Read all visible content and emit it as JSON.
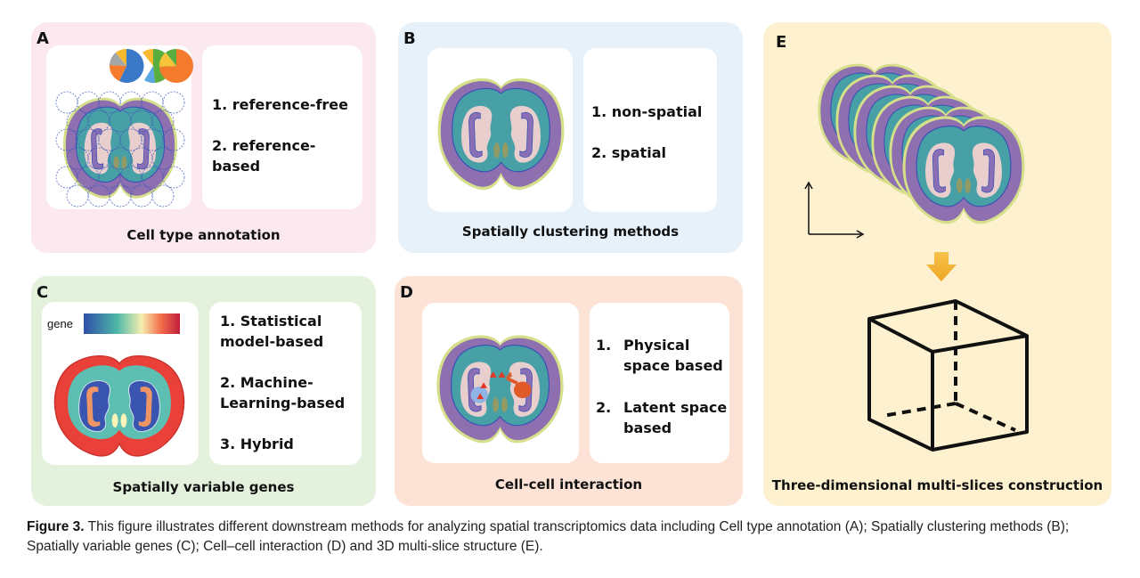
{
  "figure": {
    "caption_label": "Figure 3.",
    "caption_text": "This figure illustrates different downstream methods for analyzing spatial transcriptomics data including Cell type annotation (A); Spatially clustering methods (B); Spatially variable genes (C); Cell–cell interaction (D) and 3D multi-slice structure (E)."
  },
  "colors": {
    "panel_a_bg": "#fce8ef",
    "panel_b_bg": "#e6f1f9",
    "panel_c_bg": "#e4f2dd",
    "panel_d_bg": "#fce3d6",
    "panel_e_bg": "#fdf1cf",
    "brain_outline": "#d6df8a",
    "brain_cortex": "#8e6fb0",
    "brain_inner": "#47a0a6",
    "brain_pink": "#e8cfcd",
    "brain_hippocampus": "#8a6fb5",
    "brain_nucleus": "#9a9a5e",
    "arrow_orange": "#f2b83a"
  },
  "panels": {
    "a": {
      "letter": "A",
      "title": "Cell type annotation",
      "methods": [
        "1. reference-free",
        "2. reference-based"
      ]
    },
    "b": {
      "letter": "B",
      "title": "Spatially clustering methods",
      "methods": [
        "1. non-spatial",
        "2. spatial"
      ]
    },
    "c": {
      "letter": "C",
      "title": "Spatially variable genes",
      "legend_label": "gene",
      "methods": [
        "1. Statistical",
        "model-based",
        "2. Machine-",
        "Learning-based",
        "3. Hybrid"
      ]
    },
    "d": {
      "letter": "D",
      "title": "Cell-cell interaction",
      "methods": [
        "1.",
        "Physical",
        "space based",
        "2.",
        "Latent space",
        "based"
      ]
    },
    "e": {
      "letter": "E",
      "title": "Three-dimensional multi-slices construction"
    }
  }
}
